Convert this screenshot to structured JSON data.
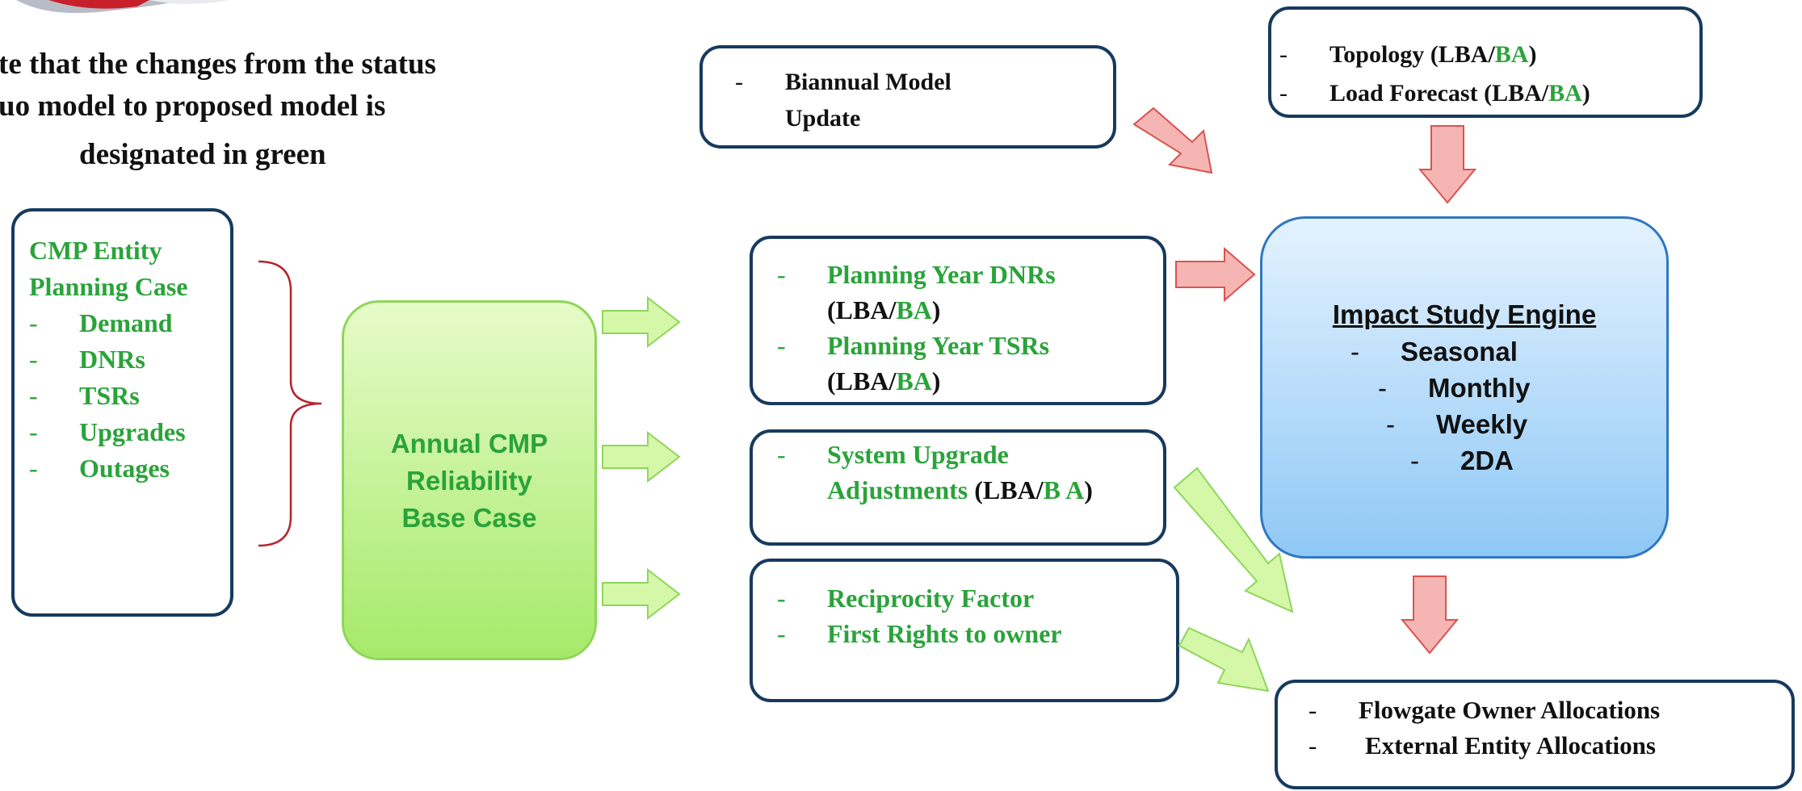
{
  "note": {
    "line1": "te that the changes from the status",
    "line2": "uo model to proposed model is",
    "line3": "designated in green"
  },
  "colors": {
    "green": "#2aa33a",
    "border": "#173a5e",
    "engine_fill_top": "#e4f2ff",
    "engine_fill_bottom": "#8fc8f5",
    "base_fill_top": "#e6fbc9",
    "base_fill_bottom": "#a6ea6a",
    "red_arrow": "#f5b6b3",
    "green_arrow": "#d4f7a8"
  },
  "cmp_entity": {
    "title1": "CMP Entity",
    "title2": "Planning Case",
    "dash": "-",
    "items": [
      "Demand",
      "DNRs",
      "TSRs",
      "Upgrades",
      "Outages"
    ]
  },
  "base_case": {
    "line1": "Annual CMP",
    "line2": "Reliability",
    "line3": "Base Case"
  },
  "biannual": {
    "dash": "-",
    "line1": "Biannual Model",
    "line2": "Update"
  },
  "topology": {
    "dash": "-",
    "item1_main": "Topology (LBA/",
    "item1_green": "BA",
    "item1_end": ")",
    "item2_main": "Load Forecast (LBA/",
    "item2_green": "BA",
    "item2_end": ")"
  },
  "planning": {
    "dash": "-",
    "item1_line1": "Planning Year DNRs",
    "item1_l2_open": "(LBA/",
    "item1_l2_green": "BA",
    "item1_l2_close": ")",
    "item2_line1": "Planning Year TSRs",
    "item2_l2_open": "(LBA/",
    "item2_l2_green": "BA",
    "item2_l2_close": ")"
  },
  "upgrade": {
    "dash": "-",
    "line1": "System Upgrade",
    "line2_green": "Adjustments",
    "line2_open": " (LBA/",
    "line2_green2": "B A",
    "line2_close": ")"
  },
  "reciprocity": {
    "dash": "-",
    "item1": "Reciprocity Factor",
    "item2": "First Rights to owner"
  },
  "engine": {
    "title": "Impact Study Engine",
    "dash": "-",
    "items": [
      "Seasonal",
      "Monthly",
      "Weekly",
      "2DA"
    ]
  },
  "allocations": {
    "dash": "-",
    "item1": "Flowgate Owner Allocations",
    "item2": "External Entity Allocations"
  }
}
